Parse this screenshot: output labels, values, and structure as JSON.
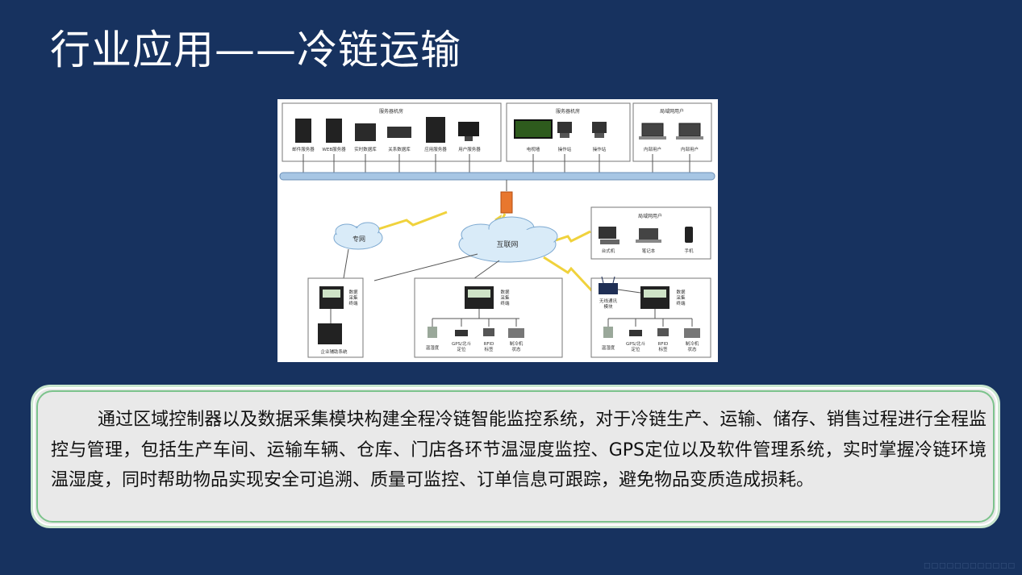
{
  "slide": {
    "title": "行业应用——冷链运输",
    "description": "通过区域控制器以及数据采集模块构建全程冷链智能监控系统，对于冷链生产、运输、储存、销售过程进行全程监控与管理，包括生产车间、运输车辆、仓库、门店各环节温湿度监控、GPS定位以及软件管理系统，实时掌握冷链环境温湿度，同时帮助物品实现安全可追溯、质量可监控、订单信息可跟踪，避免物品变质造成损耗。",
    "footer": "□□□□□□□□□□□□"
  },
  "diagram": {
    "server_room_title": "服务器机房",
    "servers": [
      "邮件服务器",
      "WEB服务器",
      "实时数据库",
      "关系数据库",
      "应用服务器",
      "用户服务器"
    ],
    "monitor_room_title": "服务器机房",
    "monitor_items": [
      "电视墙",
      "操作站",
      "操作站"
    ],
    "lan_users_title": "局域网用户",
    "lan_users": [
      "内部用户",
      "内部用户"
    ],
    "private_net": "专网",
    "internet": "互联网",
    "wan_users_title": "局域网用户",
    "wan_users": [
      "台式机",
      "笔记本",
      "手机"
    ],
    "terminal_label": "数据采集终端",
    "terminal_lines": [
      "数据",
      "采集",
      "终端"
    ],
    "enterprise_system": "企业辅助系统",
    "wireless_module_lines": [
      "无线通讯",
      "模块"
    ],
    "sensors": [
      "温湿度",
      "GPS/北斗定位",
      "RFID标签",
      "制冷机状态"
    ],
    "sensor_line1": [
      "温湿度",
      "GPS/北斗",
      "RFID",
      "制冷机"
    ],
    "sensor_line2": [
      "",
      "定位",
      "标签",
      "状态"
    ]
  }
}
